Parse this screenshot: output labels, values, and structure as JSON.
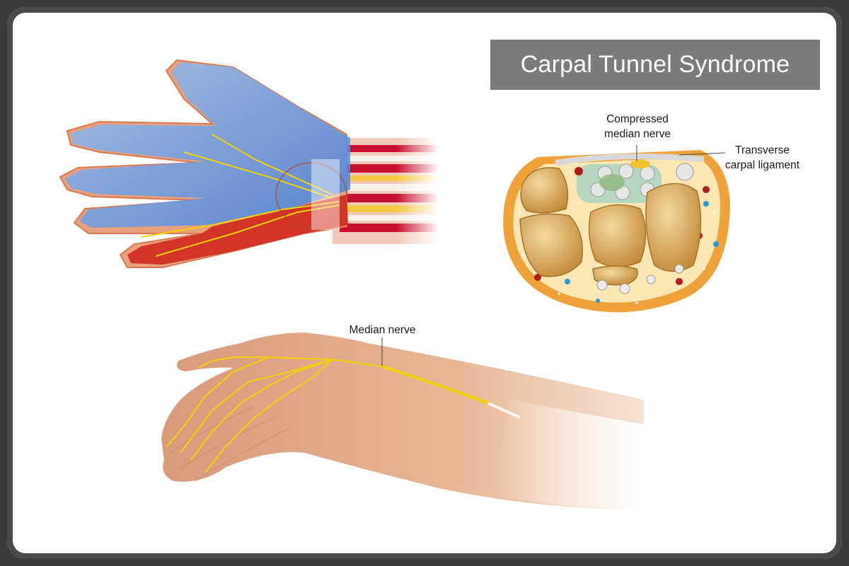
{
  "title": "Carpal Tunnel Syndrome",
  "labels": {
    "compressed_1": "Compressed",
    "compressed_2": "median nerve",
    "transverse_1": "Transverse",
    "transverse_2": "carpal ligament",
    "median_nerve": "Median nerve"
  },
  "colors": {
    "title_bg": "#7b7b7d",
    "nerve_yellow": "#f5d000",
    "skin": "#e3b08a",
    "bone": "#d9a958"
  }
}
